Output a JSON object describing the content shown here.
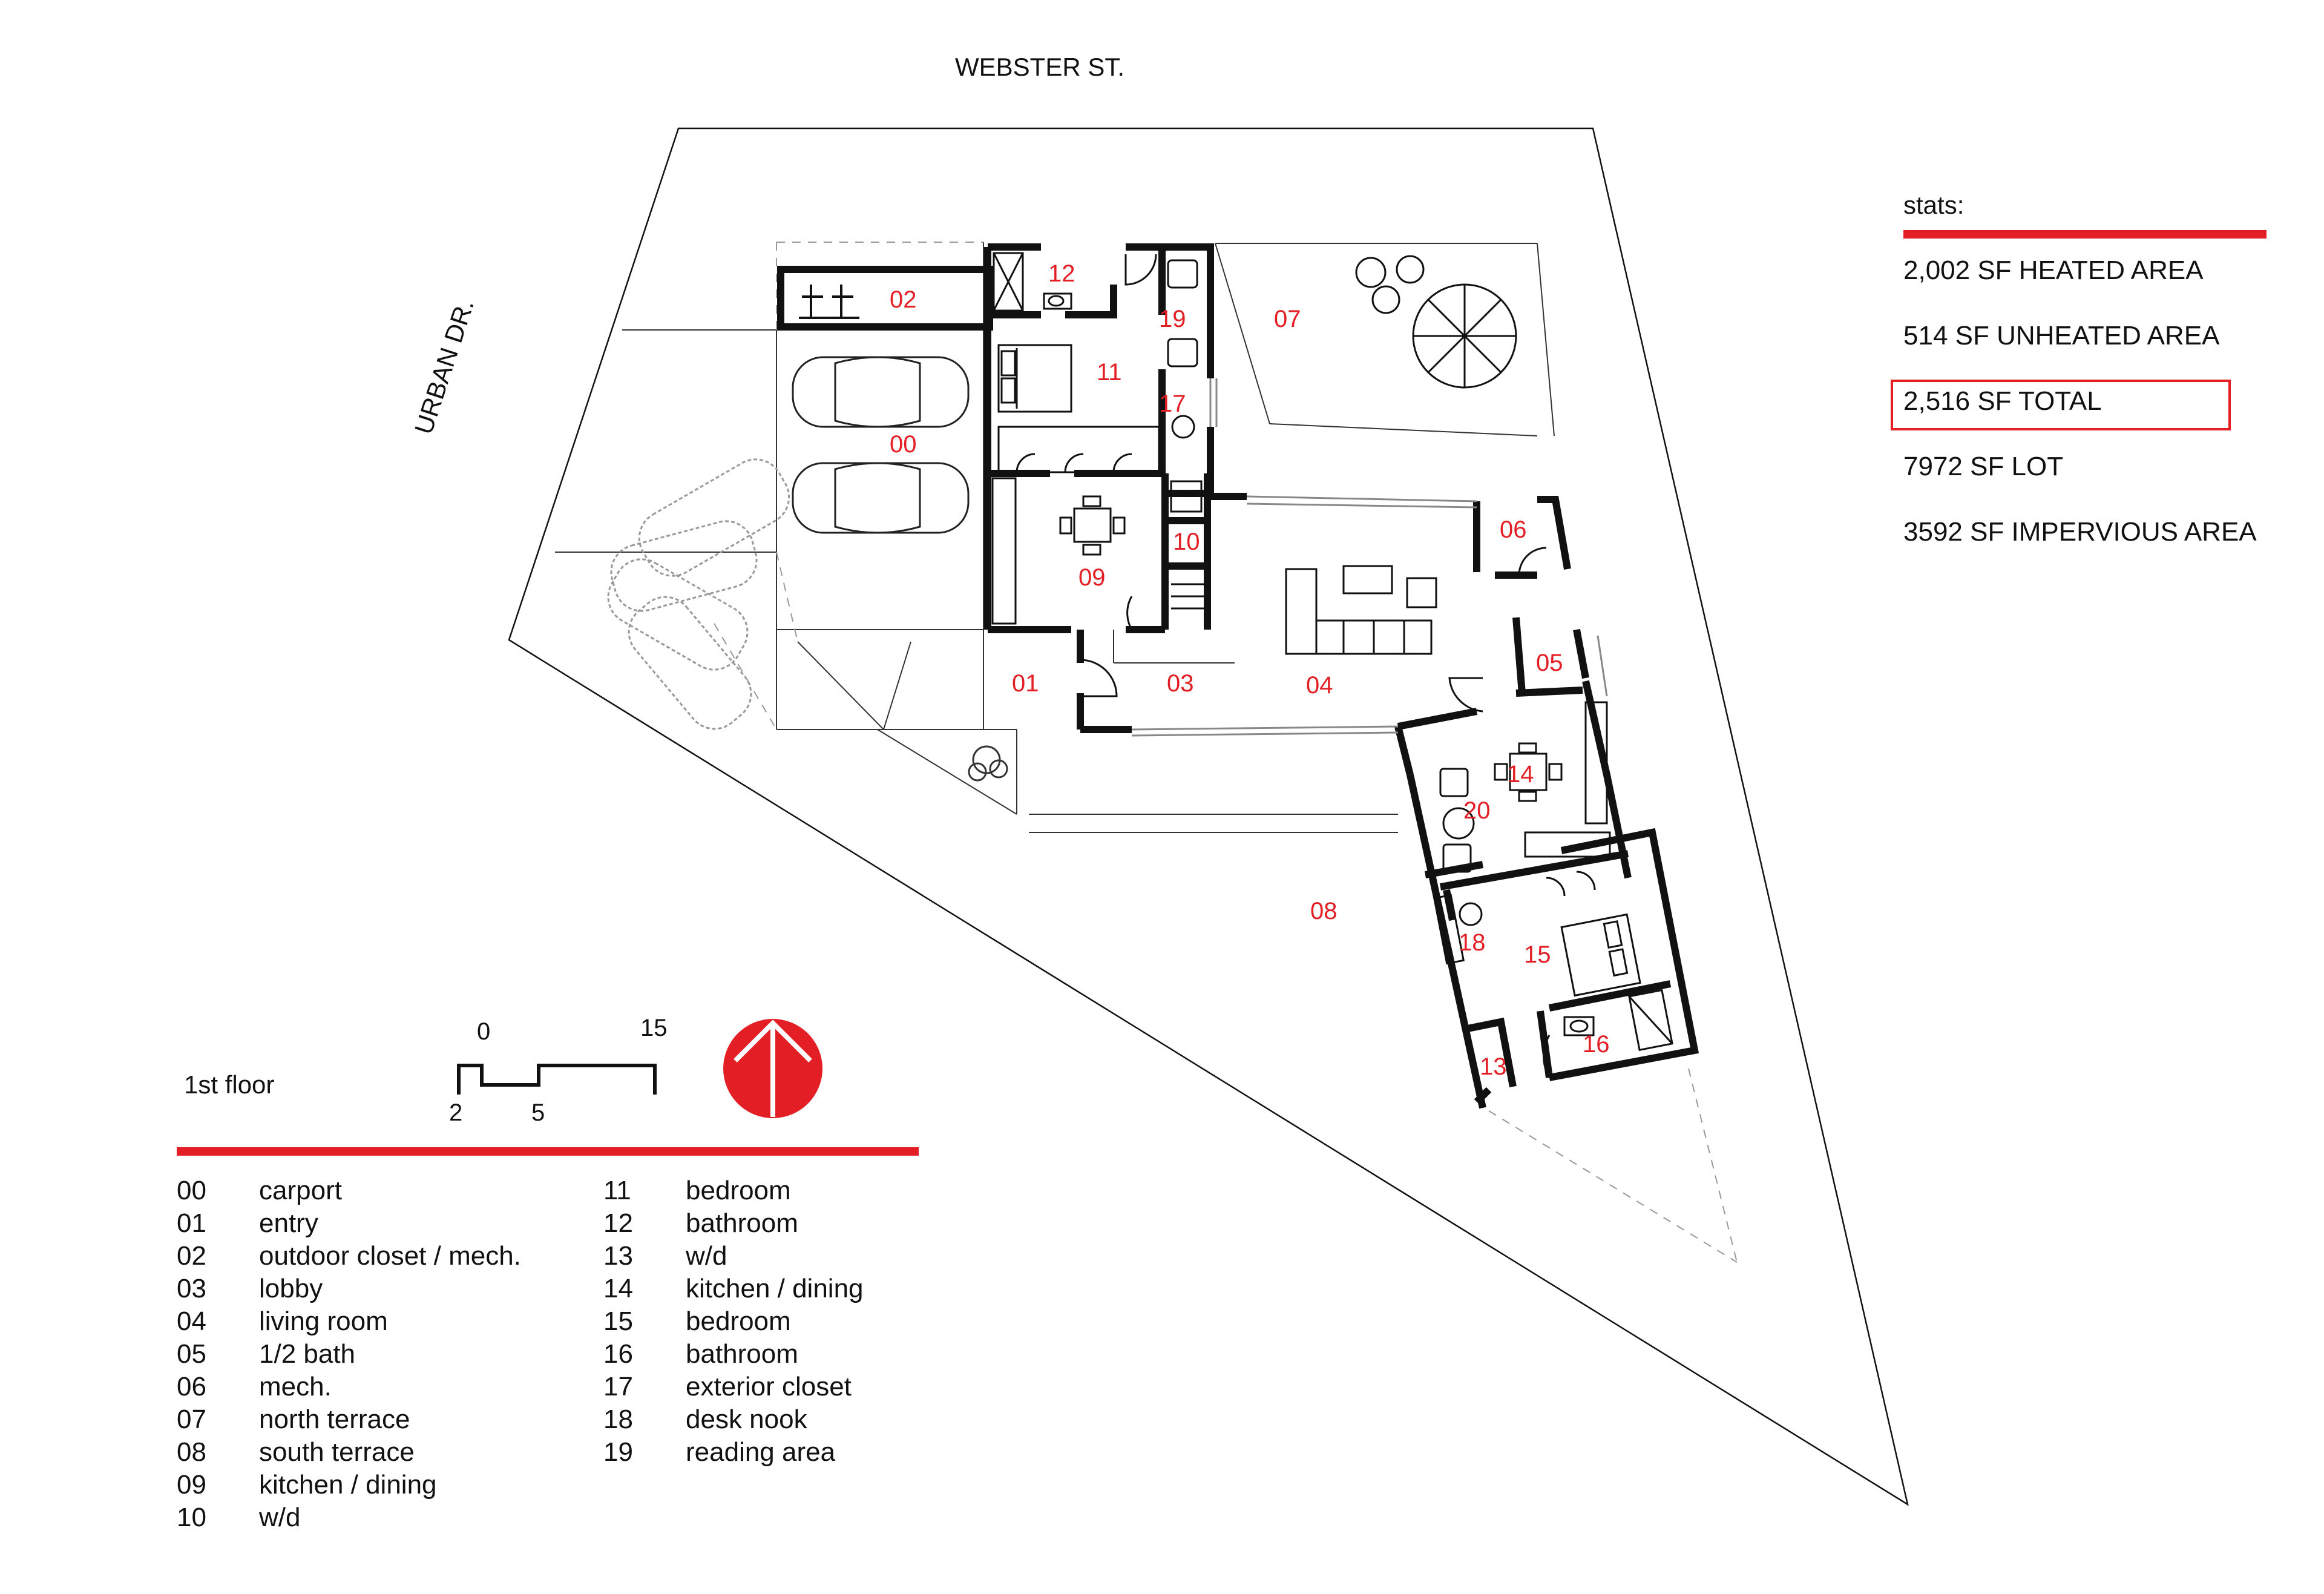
{
  "streets": {
    "north": "WEBSTER ST.",
    "west": "URBAN DR."
  },
  "stats": {
    "heading": "stats:",
    "items": [
      "2,002 SF HEATED AREA",
      "514 SF UNHEATED AREA",
      "2,516 SF TOTAL",
      "7972 SF LOT",
      "3592 SF IMPERVIOUS AREA"
    ],
    "highlighted_index": 2
  },
  "floor_label": "1st floor",
  "scale": {
    "t0": "0",
    "t15": "15",
    "t2": "2",
    "t5": "5"
  },
  "colors": {
    "accent": "#e31e24",
    "line": "#111111"
  },
  "room_labels": [
    "00",
    "01",
    "02",
    "03",
    "04",
    "05",
    "06",
    "07",
    "08",
    "09",
    "10",
    "11",
    "12",
    "13",
    "14",
    "15",
    "16",
    "17",
    "18",
    "19",
    "20"
  ],
  "legend_left": [
    {
      "code": "00",
      "name": "carport"
    },
    {
      "code": "01",
      "name": "entry"
    },
    {
      "code": "02",
      "name": "outdoor closet / mech."
    },
    {
      "code": "03",
      "name": "lobby"
    },
    {
      "code": "04",
      "name": "living room"
    },
    {
      "code": "05",
      "name": "1/2 bath"
    },
    {
      "code": "06",
      "name": "mech."
    },
    {
      "code": "07",
      "name": "north terrace"
    },
    {
      "code": "08",
      "name": "south terrace"
    },
    {
      "code": "09",
      "name": "kitchen / dining"
    },
    {
      "code": "10",
      "name": "w/d"
    }
  ],
  "legend_right": [
    {
      "code": "11",
      "name": "bedroom"
    },
    {
      "code": "12",
      "name": "bathroom"
    },
    {
      "code": "13",
      "name": "w/d"
    },
    {
      "code": "14",
      "name": "kitchen / dining"
    },
    {
      "code": "15",
      "name": "bedroom"
    },
    {
      "code": "16",
      "name": "bathroom"
    },
    {
      "code": "17",
      "name": "exterior closet"
    },
    {
      "code": "18",
      "name": "desk nook"
    },
    {
      "code": "19",
      "name": "reading area"
    }
  ],
  "north_arrow_icon": "north-arrow-icon"
}
